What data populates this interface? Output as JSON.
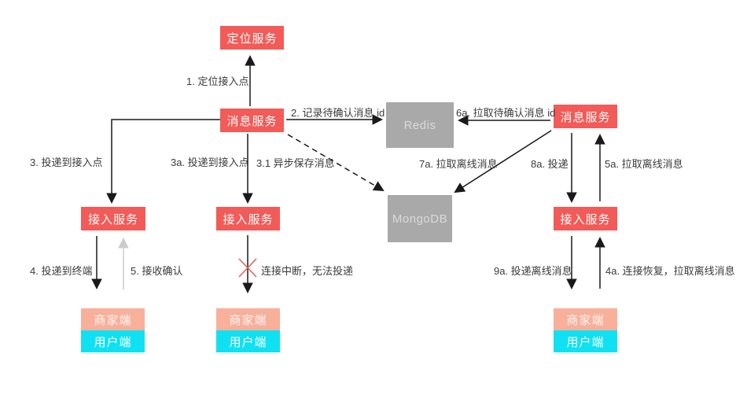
{
  "diagram": {
    "title": "message-delivery-flow",
    "nodes": {
      "location_service": "定位服务",
      "message_service_left": "消息服务",
      "message_service_right": "消息服务",
      "redis": "Redis",
      "mongodb": "MongoDB",
      "access_service_left": "接入服务",
      "access_service_mid": "接入服务",
      "access_service_right": "接入服务",
      "merchant_left": "商家端",
      "user_left": "用户端",
      "merchant_mid": "商家端",
      "user_mid": "用户端",
      "merchant_right": "商家端",
      "user_right": "用户端"
    },
    "labels": {
      "step1": "1. 定位接入点",
      "step2": "2. 记录待确认消息 id",
      "step3": "3. 投递到接入点",
      "step3a": "3a. 投递到接入点",
      "step3_1": "3.1 异步保存消息",
      "step4": "4. 投递到终端",
      "step5": "5. 接收确认",
      "disconnect": "连接中断，无法投递",
      "step6a": "6a. 拉取待确认消息 id",
      "step7a": "7a. 拉取离线消息",
      "step8a": "8a. 投递",
      "step5a": "5a. 拉取离线消息",
      "step9a": "9a. 投递离线消息",
      "step4a": "4a. 连接恢复，拉取离线消息"
    },
    "colors": {
      "service_red": "#F25B57",
      "db_gray": "#A9A9A9",
      "merchant_salmon": "#F8B09B",
      "user_cyan": "#10E1F2",
      "fail_x_red": "#E2635E",
      "ack_arrow_gray": "#CCCCCC",
      "arrow_black": "#1A1A1A"
    }
  }
}
